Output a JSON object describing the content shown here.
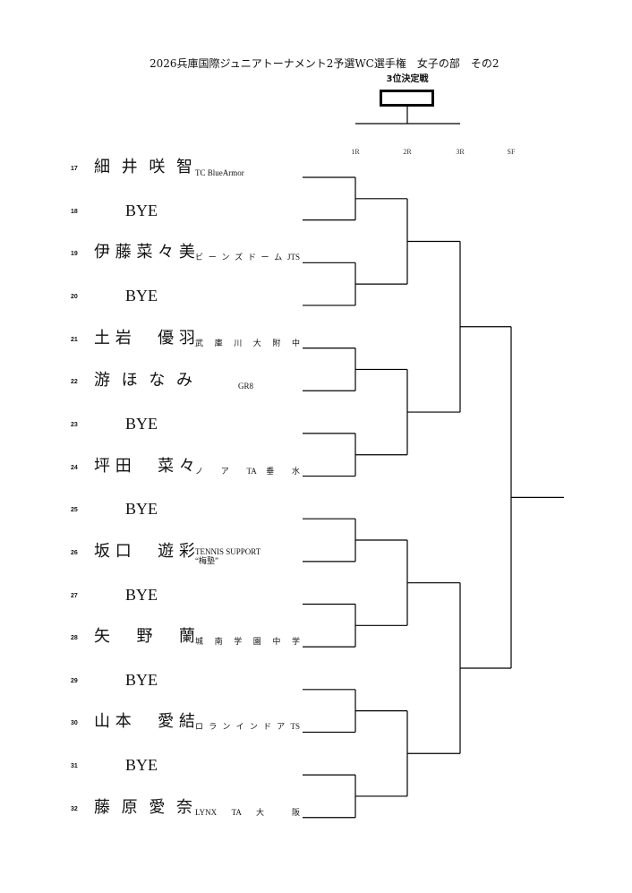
{
  "header": {
    "title": "2026兵庫国際ジュニアトーナメント2予選WC選手権　女子の部　その2",
    "third_place_label": "3位決定戦"
  },
  "rounds": [
    "1R",
    "2R",
    "3R",
    "SF"
  ],
  "entries": [
    {
      "num": "17",
      "name": "細 井 咲 智",
      "affiliation": "TC BlueArmor"
    },
    {
      "num": "18",
      "name": "BYE",
      "affiliation": ""
    },
    {
      "num": "19",
      "name": "伊 藤 菜 々 美",
      "affiliation": "ビ ー ン ズ ド ー ム JTS"
    },
    {
      "num": "20",
      "name": "BYE",
      "affiliation": ""
    },
    {
      "num": "21",
      "name": "土 岩 　 優 羽",
      "affiliation": "武 庫 川 大 附 中"
    },
    {
      "num": "22",
      "name": "游 ほ な み",
      "affiliation": "GR8"
    },
    {
      "num": "23",
      "name": "BYE",
      "affiliation": ""
    },
    {
      "num": "24",
      "name": "坪 田 　 菜 々",
      "affiliation": "ノ ア TA 垂 水"
    },
    {
      "num": "25",
      "name": "BYE",
      "affiliation": ""
    },
    {
      "num": "26",
      "name": "坂 口 　 遊 彩",
      "affiliation": "TENNIS SUPPORT",
      "affiliation2": "“梅塾”"
    },
    {
      "num": "27",
      "name": "BYE",
      "affiliation": ""
    },
    {
      "num": "28",
      "name": "矢 　 野 　 蘭",
      "affiliation": "城 南 学 園 中 学"
    },
    {
      "num": "29",
      "name": "BYE",
      "affiliation": ""
    },
    {
      "num": "30",
      "name": "山 本 　 愛 結",
      "affiliation": "ロ ラ ン イ ン ド ア TS"
    },
    {
      "num": "31",
      "name": "BYE",
      "affiliation": ""
    },
    {
      "num": "32",
      "name": "藤 原 愛 奈",
      "affiliation": "LYNX TA 大 阪"
    }
  ]
}
